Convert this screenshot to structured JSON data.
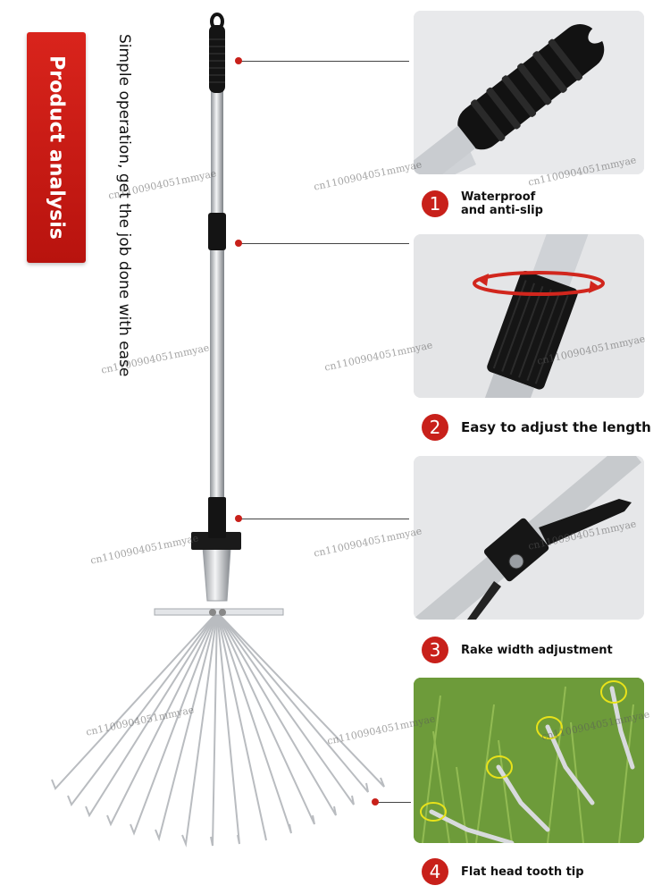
{
  "badge": {
    "text": "Product analysis"
  },
  "tagline": "Simple operation, get the job done with ease",
  "features": [
    {
      "number": "1",
      "label": "Waterproof and anti-slip"
    },
    {
      "number": "2",
      "label": "Easy to adjust the length"
    },
    {
      "number": "3",
      "label": "Rake width adjustment"
    },
    {
      "number": "4",
      "label": "Flat head tooth tip"
    }
  ],
  "watermark": "cn1100904051mmyae",
  "colors": {
    "accent": "#c8201a",
    "handle": "#111111",
    "steel": "#c9ccd0"
  }
}
